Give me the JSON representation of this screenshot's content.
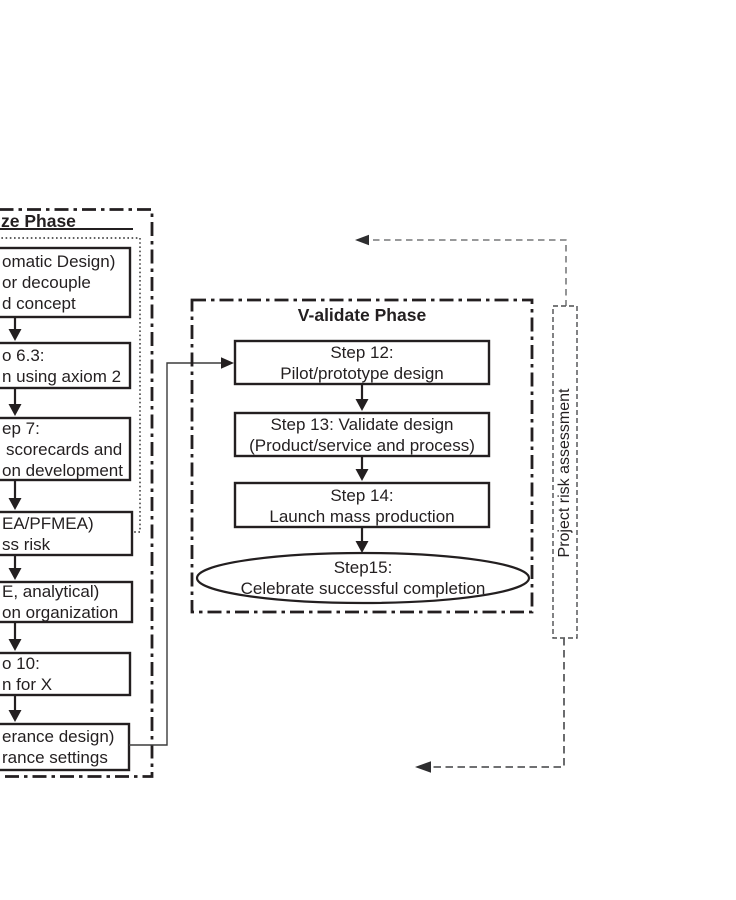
{
  "optimize": {
    "title": "ze Phase",
    "boxes": [
      {
        "lines": [
          "omatic Design)",
          "or decouple",
          "d concept"
        ]
      },
      {
        "lines": [
          "o 6.3:",
          "n using axiom 2"
        ]
      },
      {
        "lines": [
          "ep 7:",
          "scorecards and",
          "on development"
        ]
      },
      {
        "lines": [
          "EA/PFMEA)",
          "ss risk"
        ]
      },
      {
        "lines": [
          "E, analytical)",
          "on organization"
        ]
      },
      {
        "lines": [
          "o 10:",
          "n for X"
        ]
      },
      {
        "lines": [
          "erance design)",
          "rance settings"
        ]
      }
    ]
  },
  "validate": {
    "title": "V-alidate Phase",
    "steps": [
      {
        "lines": [
          "Step 12:",
          "Pilot/prototype design"
        ]
      },
      {
        "lines": [
          "Step 13: Validate design",
          "(Product/service and process)"
        ]
      },
      {
        "lines": [
          "Step 14:",
          "Launch mass production"
        ]
      },
      {
        "lines": [
          "Step15:",
          "Celebrate successful completion"
        ]
      }
    ]
  },
  "risk": {
    "label": "Project risk assessment"
  },
  "colors": {
    "ink": "#231f20",
    "dashed_line": "#5b5c5e",
    "background": "#ffffff"
  }
}
